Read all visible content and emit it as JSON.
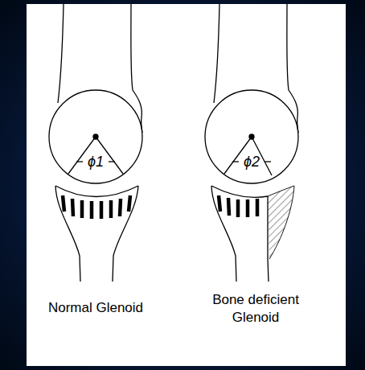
{
  "diagram": {
    "labels": [
      "ϕ1",
      "ϕ2",
      "Normal Glenoid",
      "Bone deficient Glenoid"
    ]
  }
}
